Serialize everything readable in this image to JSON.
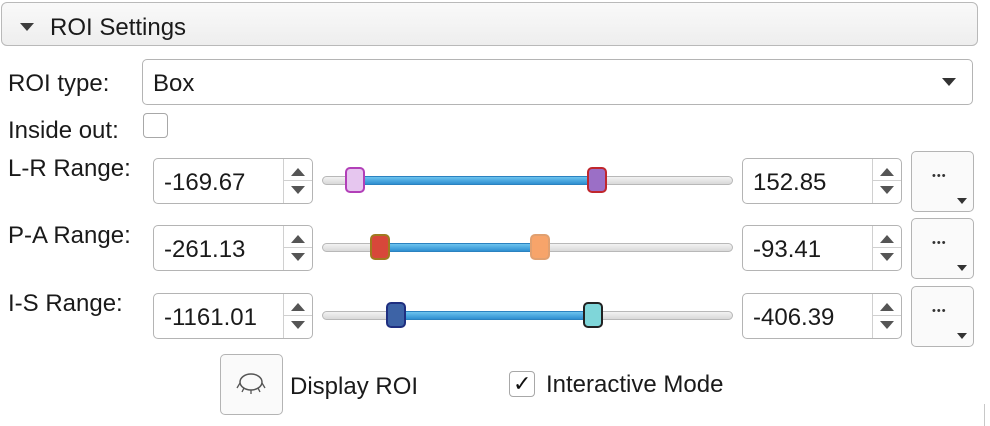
{
  "section": {
    "title": "ROI Settings",
    "expanded": true
  },
  "roi_type": {
    "label": "ROI type:",
    "value": "Box"
  },
  "inside_out": {
    "label": "Inside out:",
    "checked": false
  },
  "ranges": [
    {
      "label": "L-R Range:",
      "min_value": "-169.67",
      "max_value": "152.85",
      "lower_fraction": 0.08,
      "upper_fraction": 0.67,
      "lower_handle_color": "#e6c6ef",
      "upper_handle_color": "#9b6fc6",
      "lower_border_color": "#b23fb8",
      "upper_border_color": "#c0272d"
    },
    {
      "label": "P-A Range:",
      "min_value": "-261.13",
      "max_value": "-93.41",
      "lower_fraction": 0.14,
      "upper_fraction": 0.53,
      "lower_handle_color": "#d8473a",
      "upper_handle_color": "#f7a46a",
      "lower_border_color": "#a07a20",
      "upper_border_color": "#e0a070"
    },
    {
      "label": "I-S Range:",
      "min_value": "-1161.01",
      "max_value": "-406.39",
      "lower_fraction": 0.18,
      "upper_fraction": 0.66,
      "lower_handle_color": "#3d63a6",
      "upper_handle_color": "#7fd6d9",
      "lower_border_color": "#1f2f80",
      "upper_border_color": "#222222"
    }
  ],
  "more_button": {
    "icon": "more-dots-icon",
    "dots": "•••"
  },
  "display_roi": {
    "label": "Display ROI",
    "icon": "eye-icon"
  },
  "interactive_mode": {
    "label": "Interactive Mode",
    "checked": true,
    "check_glyph": "✓"
  },
  "colors": {
    "slider_fill": "#3a9ad9"
  }
}
